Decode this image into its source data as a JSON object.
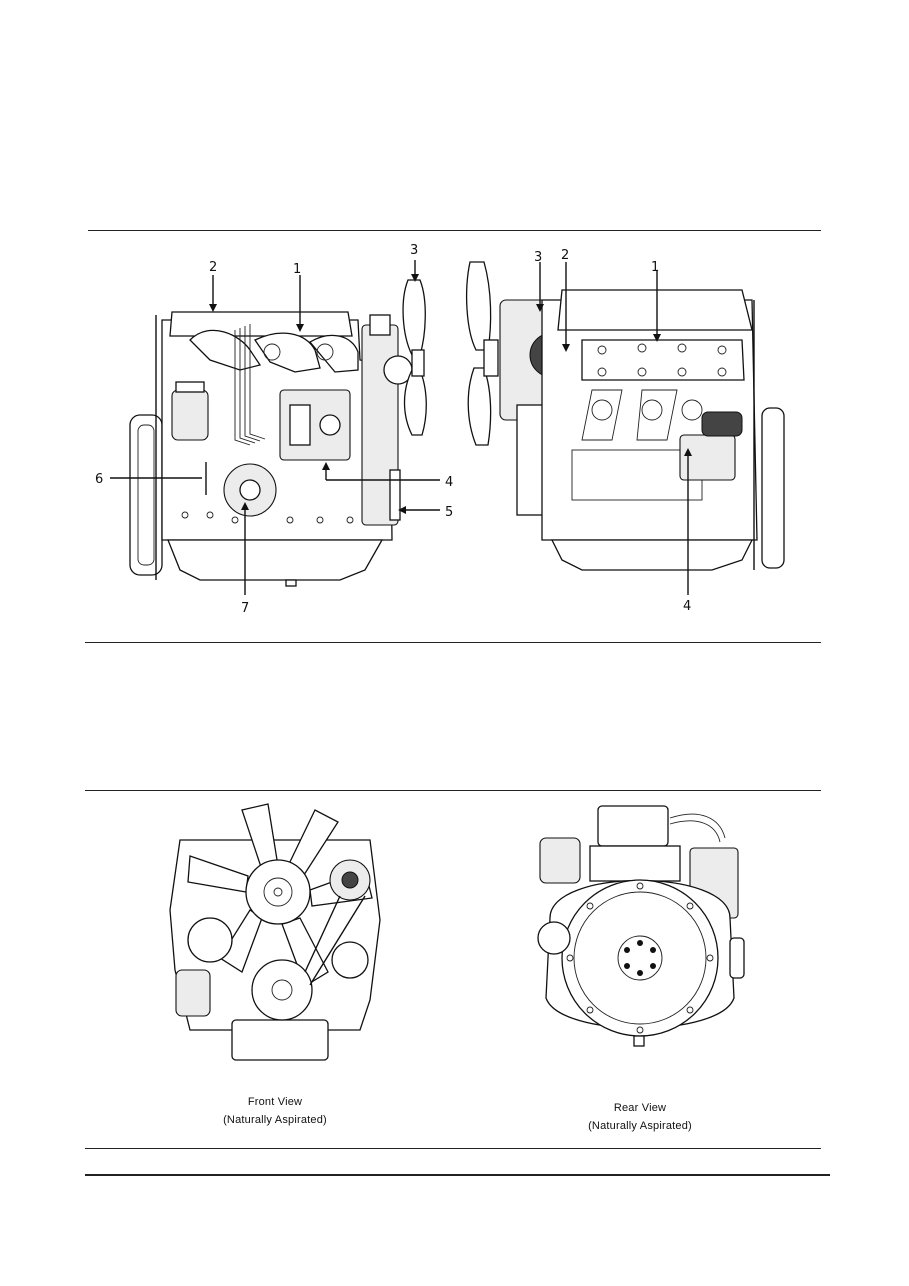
{
  "colors": {
    "ink": "#111111",
    "paper": "#ffffff",
    "panel": "#ececec"
  },
  "figure1": {
    "left_view_callouts": [
      "1",
      "2",
      "3",
      "4",
      "5",
      "6",
      "7"
    ],
    "right_view_callouts": [
      "1",
      "2",
      "3",
      "4"
    ]
  },
  "figure2": {
    "front_view": {
      "title": "Front View",
      "subtitle": "(Naturally Aspirated)"
    },
    "rear_view": {
      "title": "Rear View",
      "subtitle": "(Naturally Aspirated)"
    }
  }
}
